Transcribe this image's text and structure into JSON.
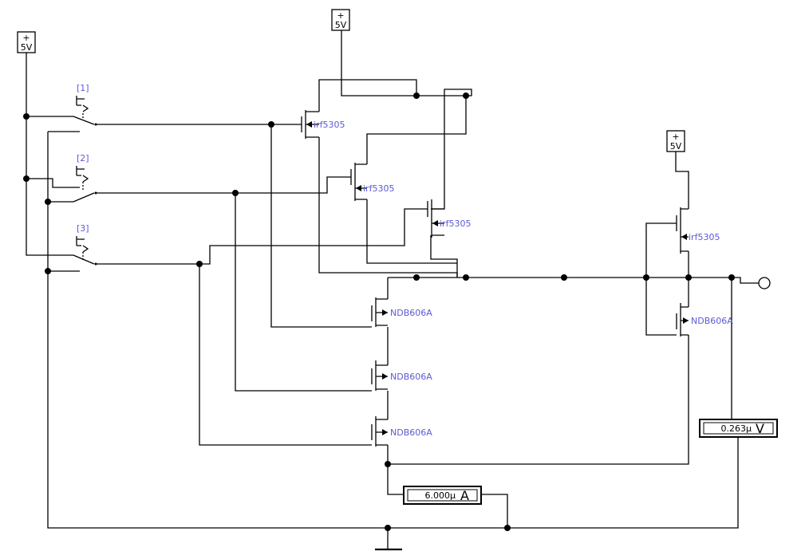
{
  "sources": [
    {
      "plus": "+",
      "label": "5V"
    },
    {
      "plus": "+",
      "label": "5V"
    },
    {
      "plus": "+",
      "label": "5V"
    }
  ],
  "switches": [
    {
      "key": "[1]"
    },
    {
      "key": "[2]"
    },
    {
      "key": "[3]"
    }
  ],
  "pmos": [
    {
      "label": "irf5305"
    },
    {
      "label": "irf5305"
    },
    {
      "label": "irf5305"
    },
    {
      "label": "irf5305"
    }
  ],
  "nmos": [
    {
      "label": "NDB606A"
    },
    {
      "label": "NDB606A"
    },
    {
      "label": "NDB606A"
    },
    {
      "label": "NDB606A"
    }
  ],
  "voltmeter": {
    "value": "0.263μ",
    "unit": "V"
  },
  "ammeter": {
    "value": "6.000μ",
    "unit": "A"
  }
}
